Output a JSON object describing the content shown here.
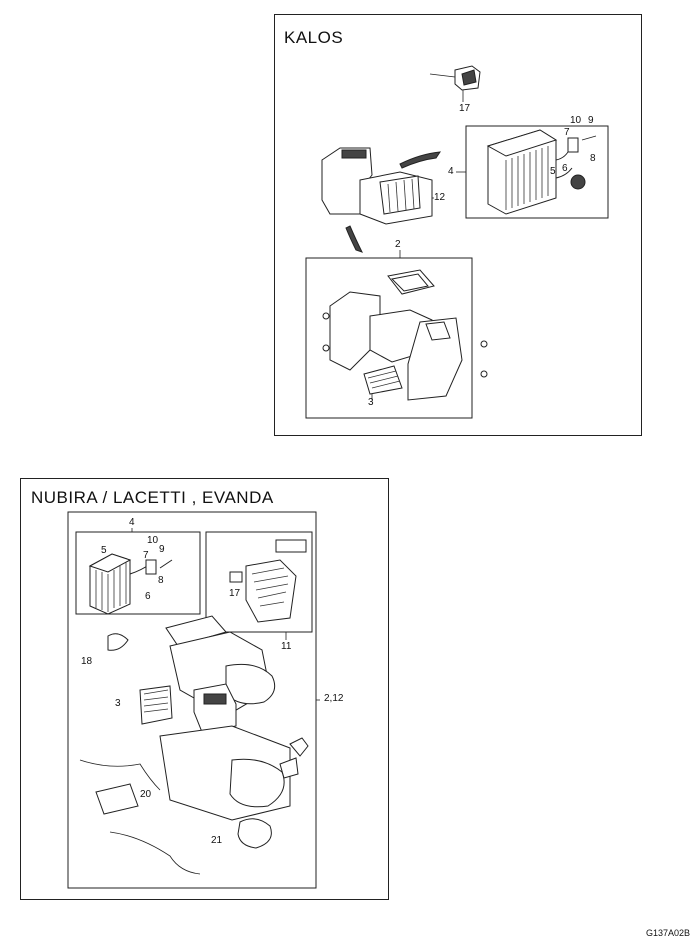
{
  "panels": {
    "kalos": {
      "title": "KALOS",
      "labels": {
        "l17": "17",
        "l4": "4",
        "l10": "10",
        "l9": "9",
        "l7": "7",
        "l5": "5",
        "l6": "6",
        "l8": "8",
        "l12": "12",
        "l2": "2",
        "l3": "3"
      }
    },
    "nubira": {
      "title": "NUBIRA / LACETTI , EVANDA",
      "labels": {
        "l4": "4",
        "l10": "10",
        "l9": "9",
        "l5": "5",
        "l7": "7",
        "l8": "8",
        "l6": "6",
        "l17": "17",
        "l11": "11",
        "l18": "18",
        "l3": "3",
        "l212": "2,12",
        "l20": "20",
        "l21": "21"
      }
    }
  },
  "figure_code": "G137A02B"
}
